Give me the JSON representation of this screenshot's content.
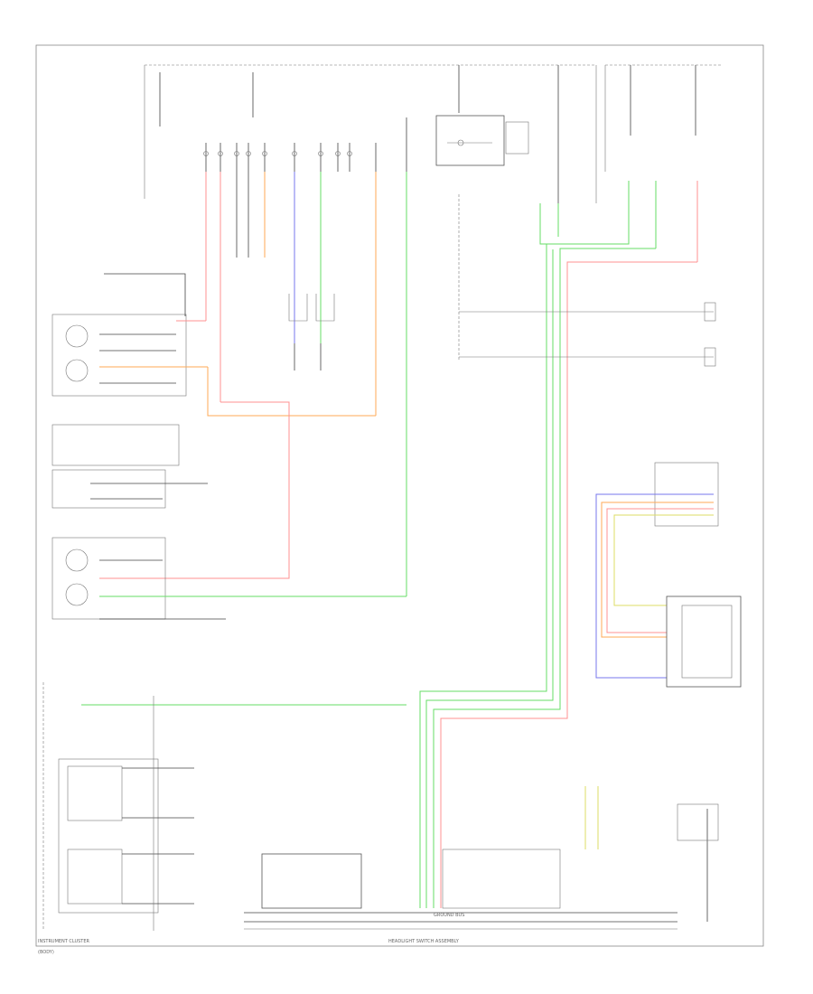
{
  "diagram": {
    "background": "#ffffff",
    "wire_colors": {
      "black": "#444444",
      "pink": "#ff8080",
      "green": "#66dd66",
      "orange": "#ffaa55",
      "violet": "#7777ee",
      "yellow": "#dddd66",
      "gray": "#999999"
    }
  },
  "labels": {
    "footer_cluster": "INSTRUMENT CLUSTER",
    "footer_note": "(BODY)",
    "bottom_center": "HEADLIGHT SWITCH ASSEMBLY",
    "ground_bar": "GROUND BUS"
  }
}
